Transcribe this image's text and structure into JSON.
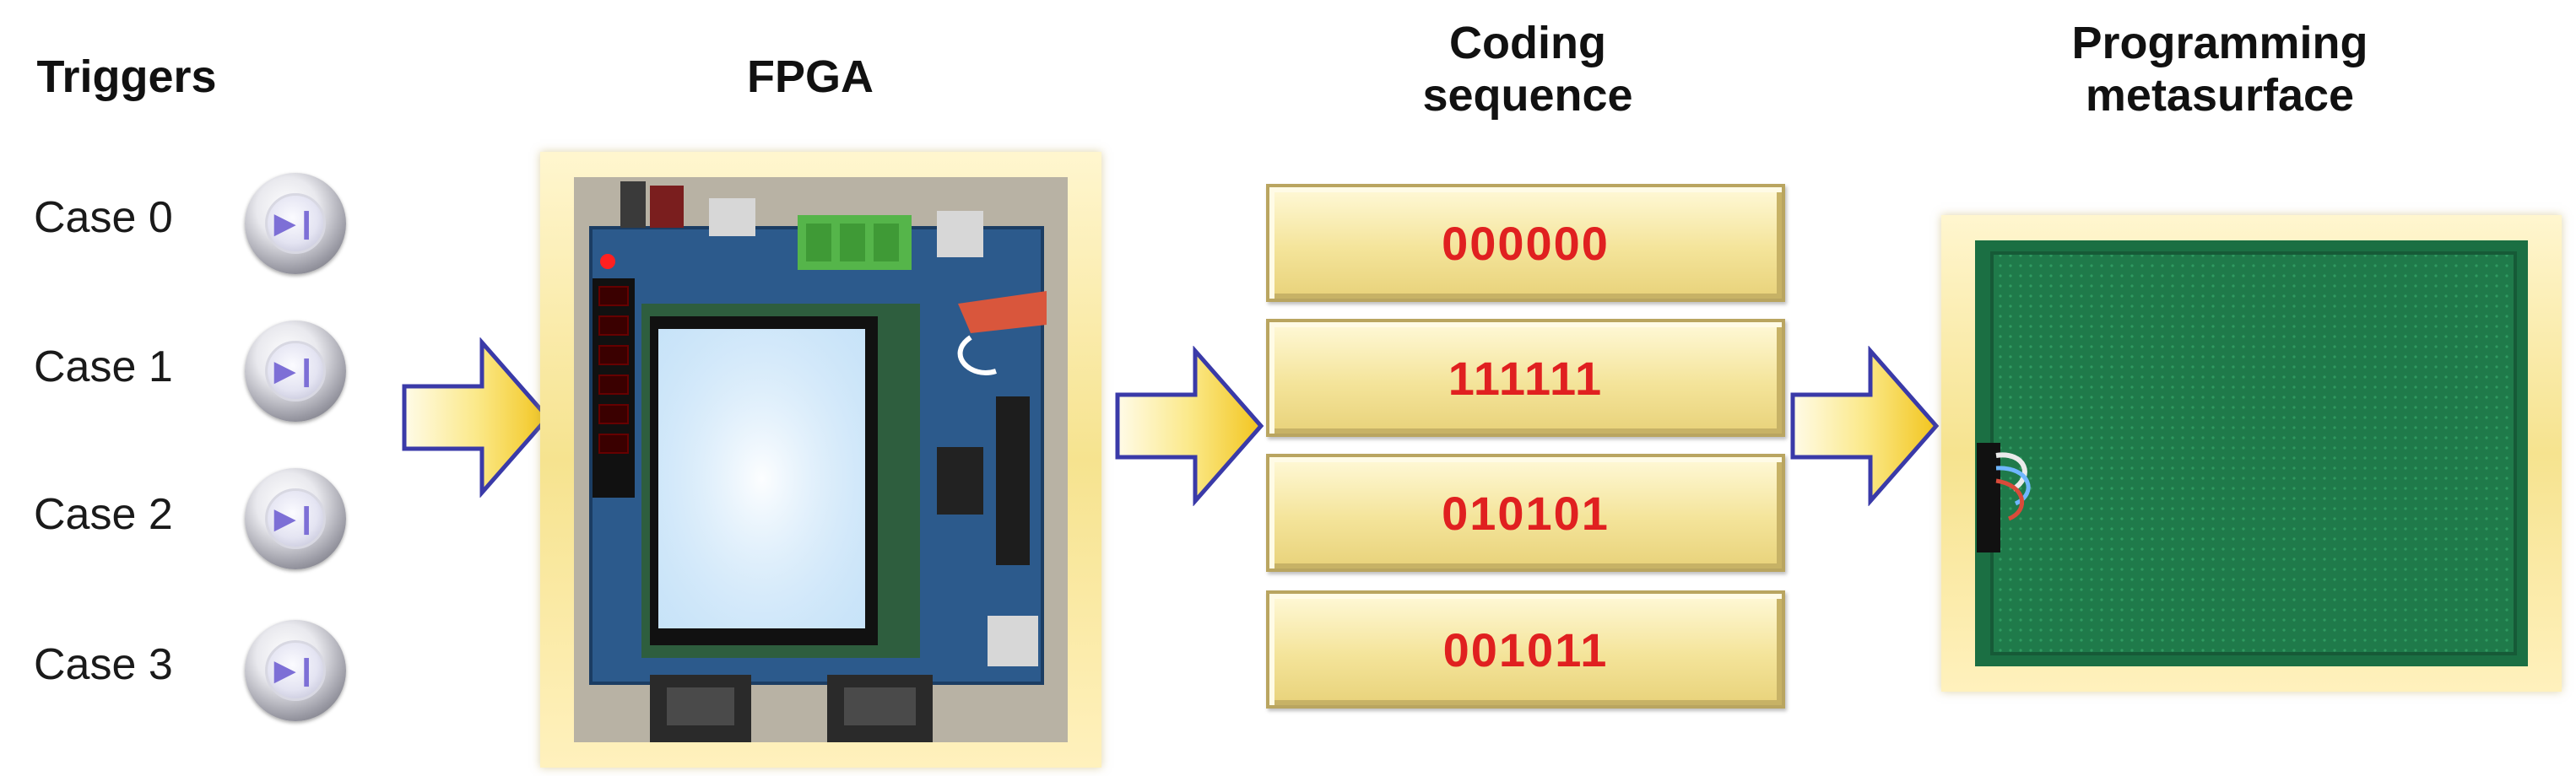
{
  "headings": {
    "triggers": "Triggers",
    "fpga": "FPGA",
    "coding_sequence_line1": "Coding",
    "coding_sequence_line2": "sequence",
    "programming_line1": "Programming",
    "programming_line2": "metasurface"
  },
  "cases": [
    {
      "label": "Case 0",
      "icon": "play-pause-icon"
    },
    {
      "label": "Case 1",
      "icon": "play-pause-icon"
    },
    {
      "label": "Case 2",
      "icon": "play-pause-icon"
    },
    {
      "label": "Case 3",
      "icon": "play-pause-icon"
    }
  ],
  "coding_sequences": [
    "000000",
    "111111",
    "010101",
    "001011"
  ],
  "colors": {
    "code_text": "#e02020",
    "arrow_fill": "#f7d23c",
    "arrow_outline": "#3a3aa8",
    "frame": "#f6e38f",
    "board_pcb": "#2c5a8c",
    "metasurface": "#1f7a4a"
  }
}
